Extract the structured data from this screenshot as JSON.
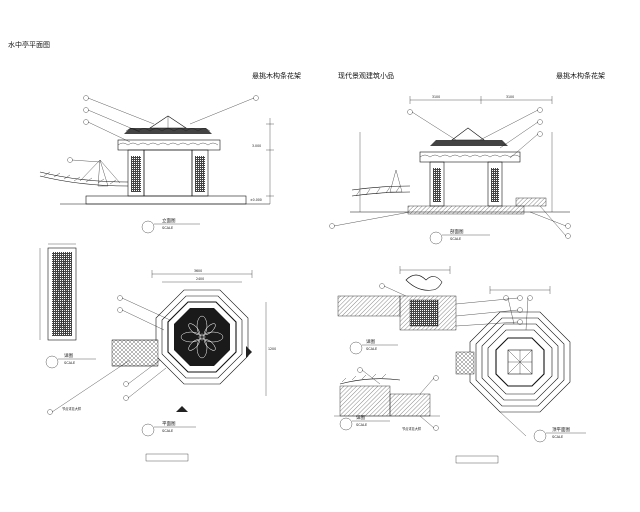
{
  "sheet": {
    "title": "水中亭平面图",
    "headers": {
      "left_top_right": "悬挑木构条花架",
      "right_top_left": "现代景观建筑小品",
      "right_top_right": "悬挑木构条花架"
    }
  },
  "views": {
    "elevation": {
      "label": "立面图",
      "scale": "SCALE"
    },
    "section": {
      "label": "剖面图",
      "scale": "SCALE"
    },
    "plan": {
      "label": "平面图",
      "scale": "SCALE"
    },
    "roof_plan": {
      "label": "顶平面图",
      "scale": "SCALE"
    },
    "detail_a": {
      "label": "详图",
      "scale": "SCALE"
    },
    "detail_b": {
      "label": "详图",
      "scale": "SCALE"
    },
    "detail_c": {
      "label": "详图",
      "scale": "SCALE"
    }
  },
  "callouts": {
    "elev_levels": [
      "±0.000",
      "3.000"
    ],
    "plan_dims": [
      "3600",
      "2400",
      "1200"
    ],
    "section_dims": [
      "3100",
      "3100"
    ],
    "note_left": "节点详见大样",
    "note_right": "节点详见大样"
  }
}
